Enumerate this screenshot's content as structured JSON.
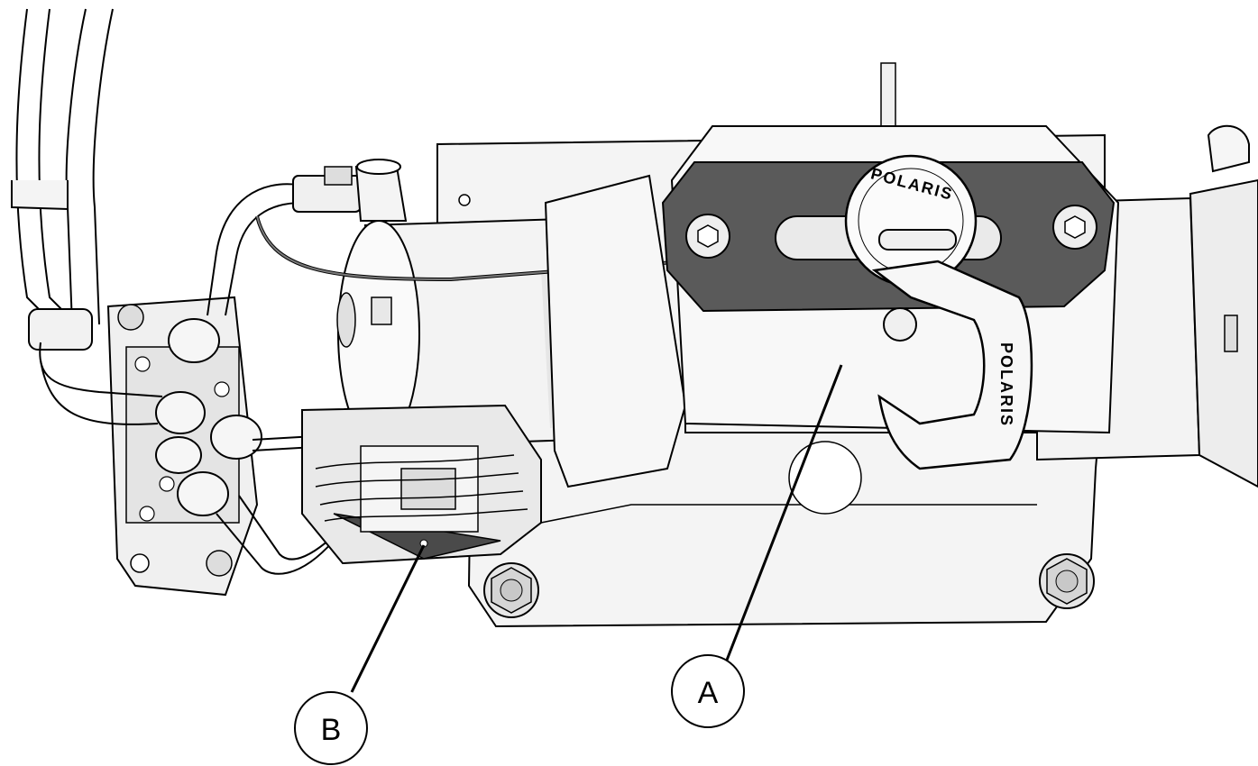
{
  "figure": {
    "callouts": [
      {
        "id": "A",
        "label": "A"
      },
      {
        "id": "B",
        "label": "B"
      }
    ],
    "brand_marks": {
      "hook": "POLARIS",
      "ring": "POLARIS"
    },
    "colors": {
      "line": "#000000",
      "body": "#f2f2f2",
      "shade": "#d9d9d9",
      "dark_part": "#5a5a5a",
      "background": "#ffffff"
    }
  }
}
